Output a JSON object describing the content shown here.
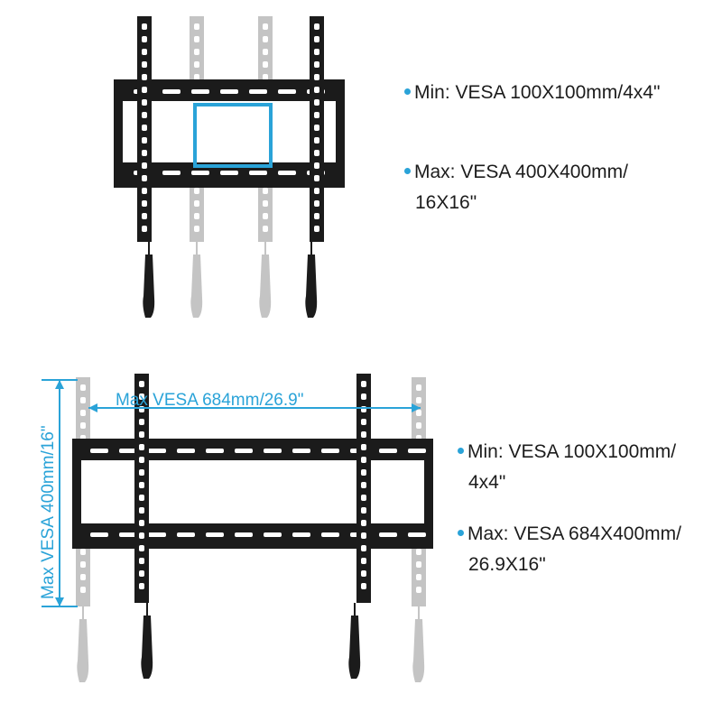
{
  "colors": {
    "accent": "#2aa3d8",
    "mount": "#1b1b1b",
    "ghost": "#b9b9b9",
    "text": "#1c1c1c"
  },
  "top": {
    "spec_min": "Min: VESA 100X100mm/4x4\"",
    "spec_max_line1": "Max: VESA 400X400mm/",
    "spec_max_line2": "16X16\""
  },
  "bottom": {
    "dim_horizontal": "Max VESA 684mm/26.9\"",
    "dim_vertical": "Max VESA 400mm/16\"",
    "spec_min_line1": "Min: VESA 100X100mm/",
    "spec_min_line2": "4x4\"",
    "spec_max_line1": "Max: VESA 684X400mm/",
    "spec_max_line2": "26.9X16\""
  }
}
